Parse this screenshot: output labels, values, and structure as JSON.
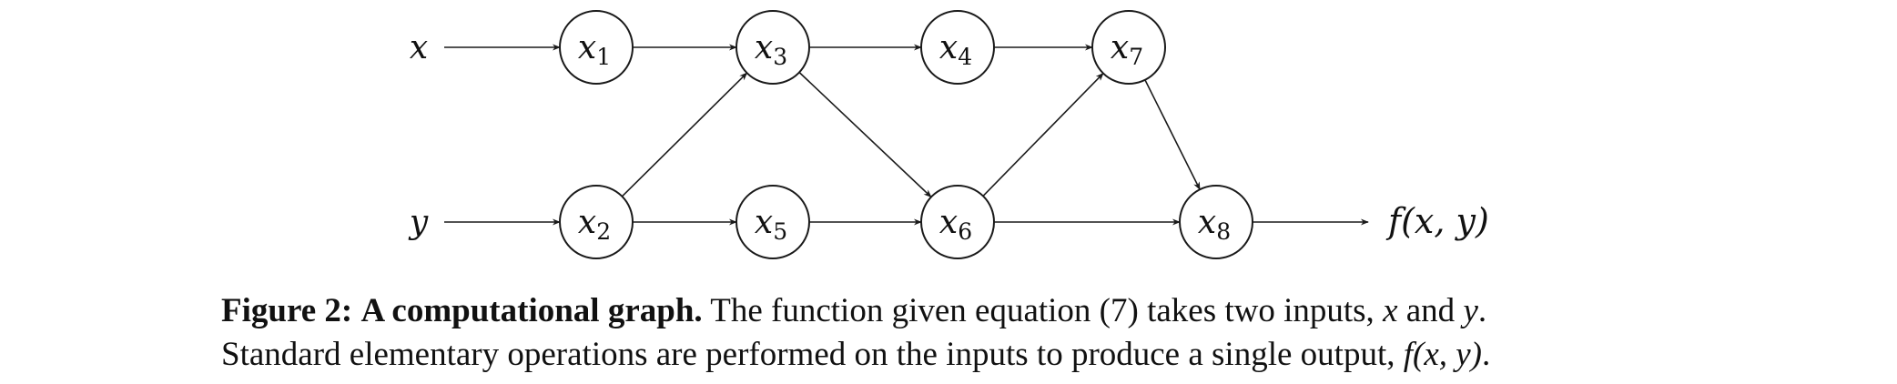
{
  "diagram": {
    "inputs": [
      {
        "id": "x",
        "label": "x"
      },
      {
        "id": "y",
        "label": "y"
      }
    ],
    "nodes": [
      {
        "id": "x1",
        "base": "x",
        "sub": "1"
      },
      {
        "id": "x2",
        "base": "x",
        "sub": "2"
      },
      {
        "id": "x3",
        "base": "x",
        "sub": "3"
      },
      {
        "id": "x4",
        "base": "x",
        "sub": "4"
      },
      {
        "id": "x5",
        "base": "x",
        "sub": "5"
      },
      {
        "id": "x6",
        "base": "x",
        "sub": "6"
      },
      {
        "id": "x7",
        "base": "x",
        "sub": "7"
      },
      {
        "id": "x8",
        "base": "x",
        "sub": "8"
      }
    ],
    "output": {
      "id": "out",
      "label": "f(x, y)"
    },
    "edges": [
      [
        "x",
        "x1"
      ],
      [
        "x1",
        "x3"
      ],
      [
        "x3",
        "x4"
      ],
      [
        "x4",
        "x7"
      ],
      [
        "y",
        "x2"
      ],
      [
        "x2",
        "x5"
      ],
      [
        "x5",
        "x6"
      ],
      [
        "x6",
        "x8"
      ],
      [
        "x2",
        "x3"
      ],
      [
        "x3",
        "x6"
      ],
      [
        "x6",
        "x7"
      ],
      [
        "x7",
        "x8"
      ],
      [
        "x8",
        "out"
      ]
    ]
  },
  "caption": {
    "label": "Figure 2:",
    "title": "A computational graph.",
    "text_a": "The function given equation (7) takes two inputs,",
    "var_x": "x",
    "and": "and",
    "var_y": "y",
    "text_b": ".",
    "text_c": "Standard elementary operations are performed on the inputs to produce a single output,",
    "output": "f(x, y)",
    "text_d": "."
  }
}
